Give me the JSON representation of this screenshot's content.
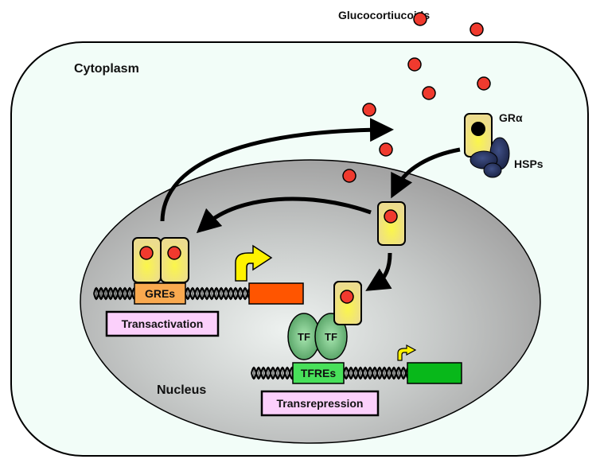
{
  "labels": {
    "glucocorticoids": "Glucocortiucoids",
    "cytoplasm": "Cytoplasm",
    "nucleus": "Nucleus",
    "receptor": "GRα",
    "hsps": "HSPs",
    "gres": "GREs",
    "tfres": "TFREs",
    "tf_left": "TF",
    "tf_right": "TF",
    "transactivation": "Transactivation",
    "transrepression": "Transrepression"
  },
  "colors": {
    "cytoplasm_fill": "#f2fdf8",
    "nucleus_fill_center": "#eef2f0",
    "nucleus_fill_edge": "#a5a5a5",
    "ligand": "#f03a2e",
    "receptor_fill": "#efe28a",
    "receptor_glow": "#fbf64a",
    "hsp": "#27345f",
    "gre_box": "#f9a94f",
    "tfre_box": "#48e05a",
    "activated_gene": "#ff5500",
    "repressed_gene": "#08b81a",
    "tf_fill": "#5fae6f",
    "label_box": "#fbd0fb",
    "start_arrow": "#fff200"
  }
}
